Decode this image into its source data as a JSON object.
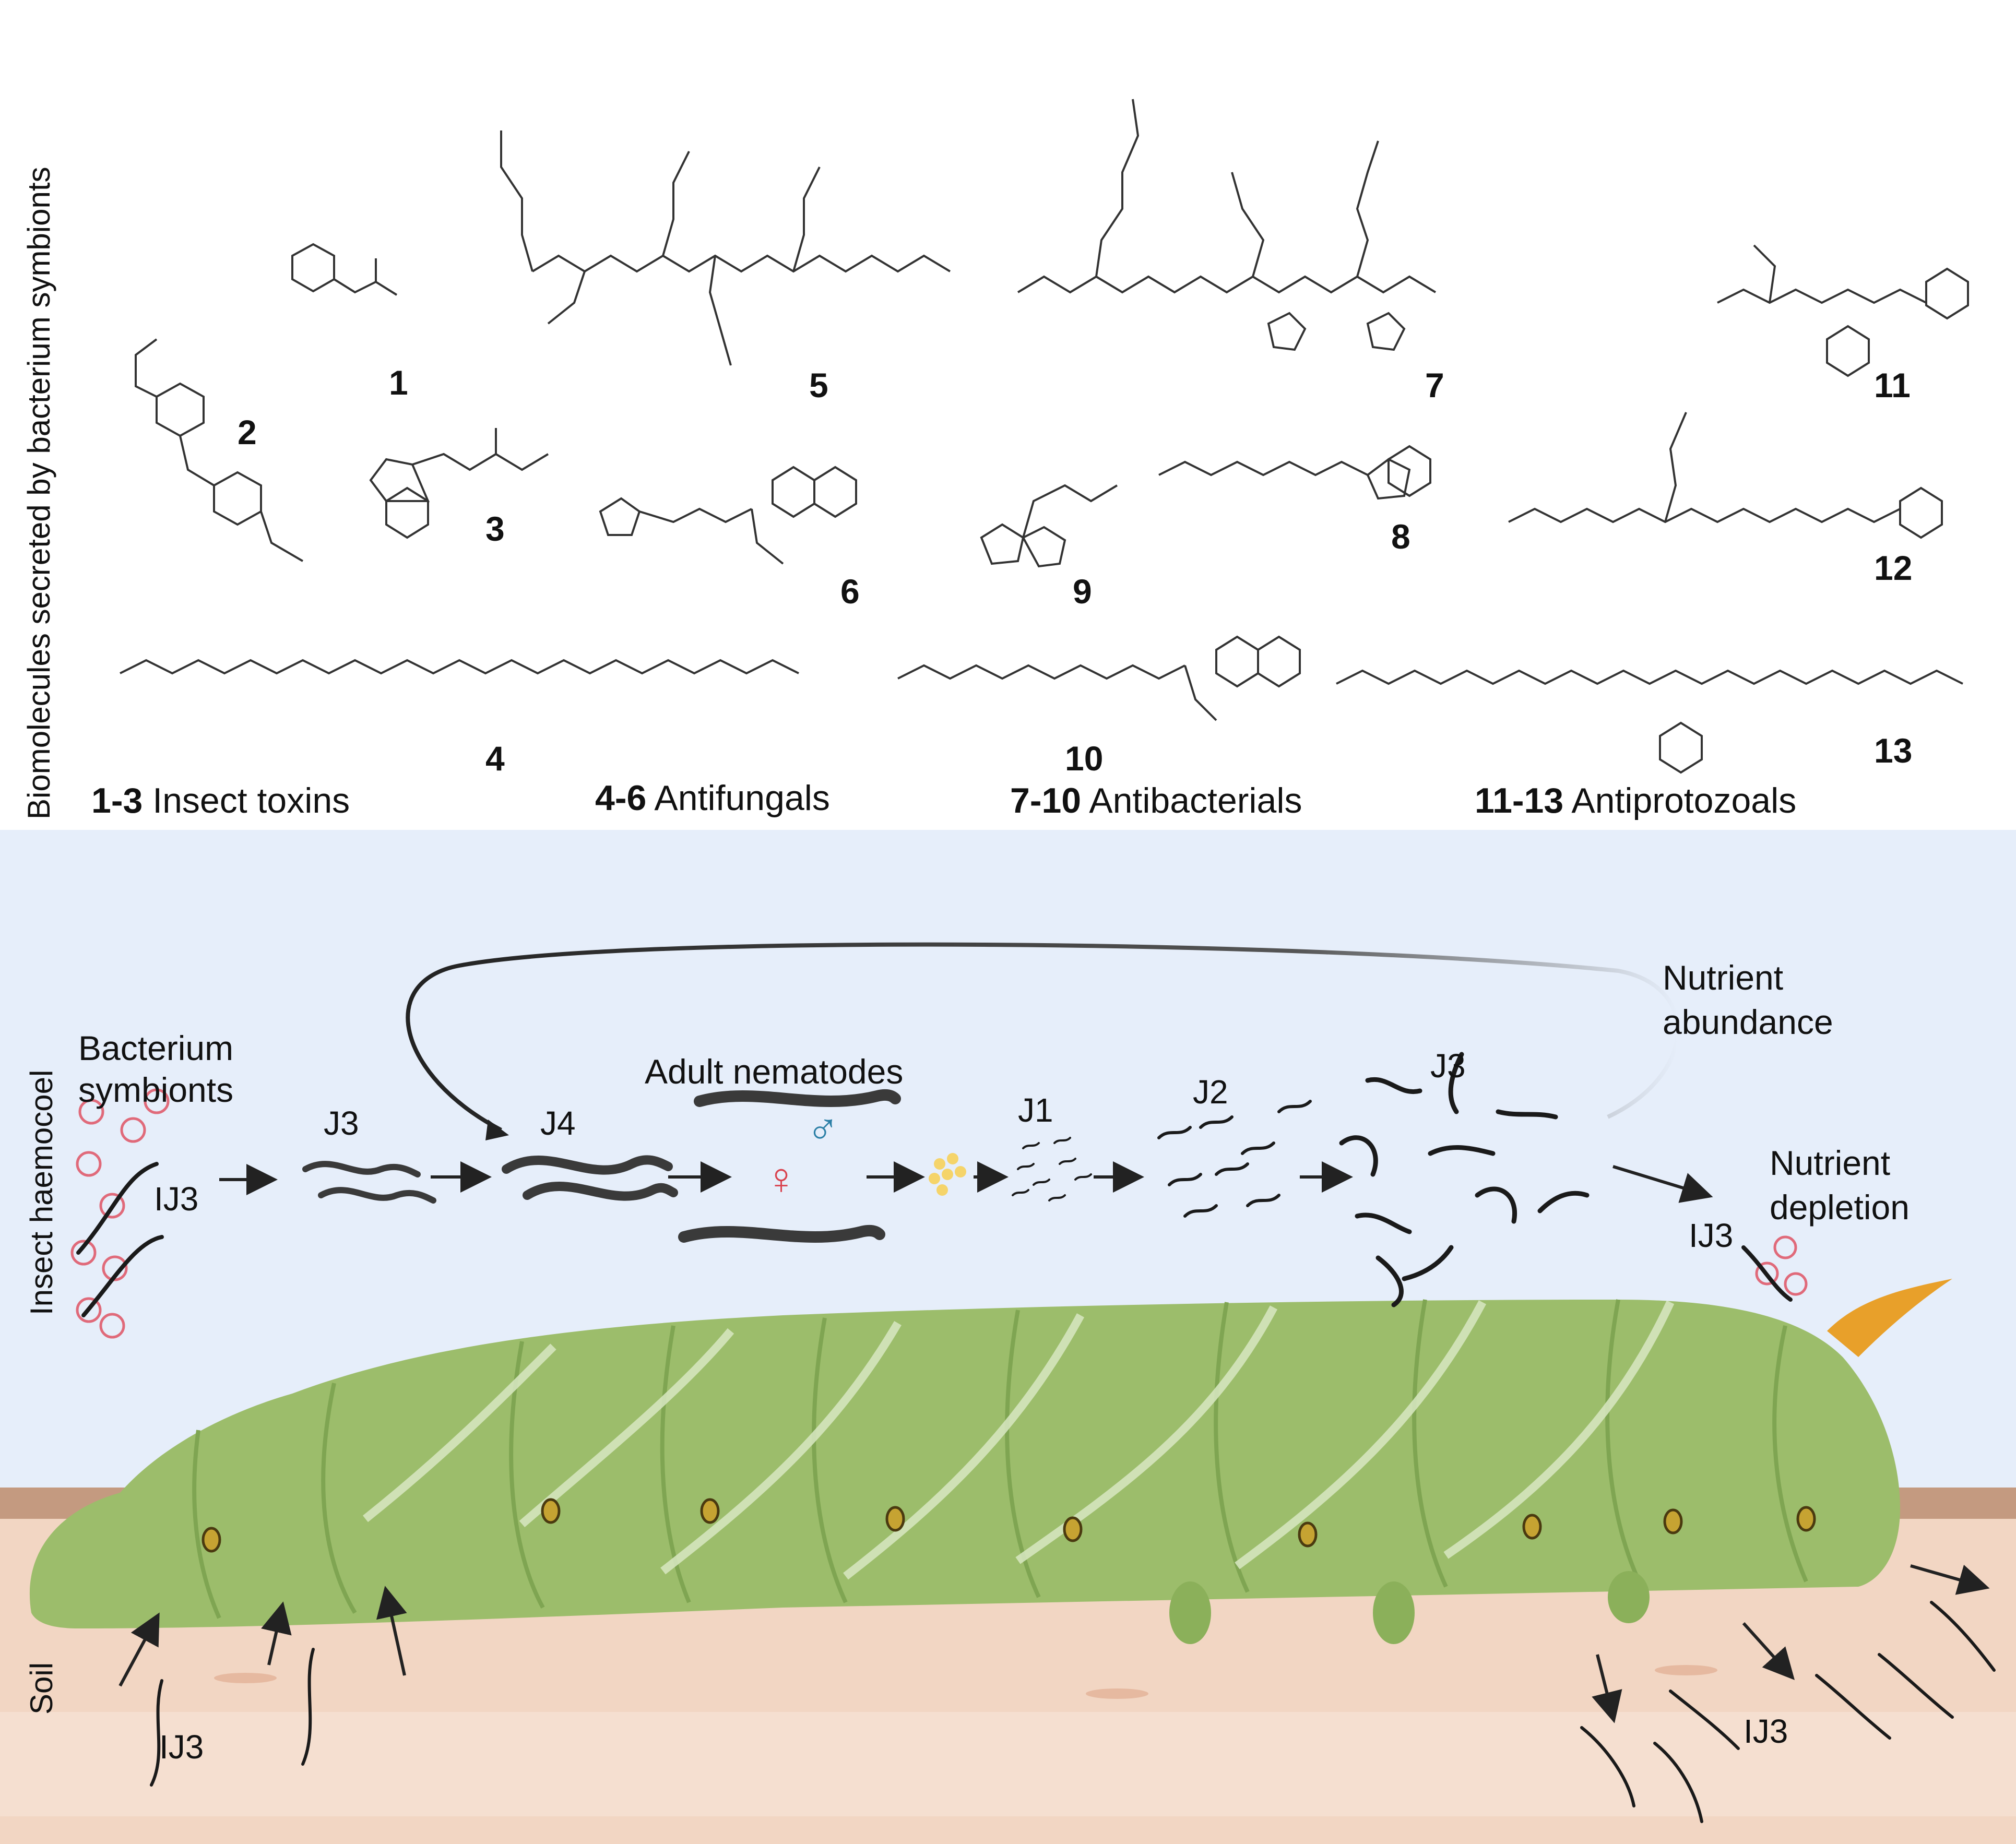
{
  "top_title": "Biomolecules secreted by bacterium symbionts",
  "compound_numbers": [
    "1",
    "2",
    "3",
    "4",
    "5",
    "6",
    "7",
    "8",
    "9",
    "10",
    "11",
    "12",
    "13"
  ],
  "categories": [
    {
      "range": "1-3",
      "label": "Insect toxins"
    },
    {
      "range": "4-6",
      "label": "Antifungals"
    },
    {
      "range": "7-10",
      "label": "Antibacterials"
    },
    {
      "range": "11-13",
      "label": "Antiprotozoals"
    }
  ],
  "bottom": {
    "insect_label": "Insect haemocoel",
    "soil_label": "Soil",
    "bacterium_line1": "Bacterium",
    "bacterium_line2": "symbionts",
    "adult_label": "Adult nematodes",
    "nutrient_abundance_line1": "Nutrient",
    "nutrient_abundance_line2": "abundance",
    "nutrient_depletion_line1": "Nutrient",
    "nutrient_depletion_line2": "depletion",
    "male_symbol": "♂",
    "female_symbol": "♀",
    "stages": {
      "ij3_left": "IJ3",
      "j3": "J3",
      "j4": "J4",
      "j1": "J1",
      "j2": "J2",
      "j3_late": "J3",
      "ij3_right": "IJ3",
      "ij3_soil_left": "IJ3",
      "ij3_soil_right": "IJ3"
    }
  },
  "colors": {
    "sky": "#e6eefa",
    "soil_top": "#c49a80",
    "soil": "#f2d6c3",
    "caterpillar": "#9cbd6b",
    "caterpillar_dark": "#6f9a45",
    "horn": "#e8a02a",
    "nematode": "#1a1a1a",
    "bacteria": "#e06a7a",
    "male": "#2b7fa6",
    "female": "#d9434f",
    "eggs": "#f5d46a"
  }
}
